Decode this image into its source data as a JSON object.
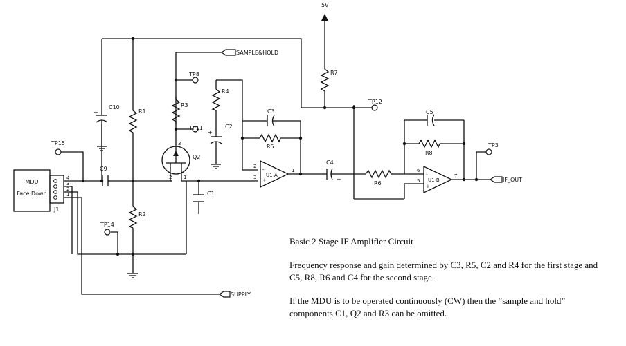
{
  "labels": {
    "vcc": "5V",
    "sample_hold": "SAMPLE&HOLD",
    "supply": "SUPPLY",
    "if_out": "IF_OUT",
    "mdu_line1": "MDU",
    "mdu_line2": "Face Down",
    "j1": "J1",
    "tp15": "TP15",
    "tp14": "TP14",
    "tp8": "TP8",
    "tp11": "TP11",
    "tp12": "TP12",
    "tp3": "TP3",
    "c10": "C10",
    "c9": "C9",
    "c1": "C1",
    "c2": "C2",
    "c3": "C3",
    "c4": "C4",
    "c5": "C5",
    "r1": "R1",
    "r2": "R2",
    "r3": "R3",
    "r4": "R4",
    "r5": "R5",
    "r6": "R6",
    "r7": "R7",
    "r8": "R8",
    "q2": "Q2",
    "u1a": "U1-A",
    "u1b": "U1-B",
    "pin_4": "4",
    "pin_3": "3",
    "pin_2": "2",
    "pin_1": "1",
    "q_pin_3": "3",
    "q_pin_2": "2",
    "q_pin_1": "1",
    "ua_in2": "2",
    "ua_in3": "3",
    "ua_out": "1",
    "ub_in6": "6",
    "ub_in5": "5",
    "ub_out": "7",
    "plus": "+",
    "minus": "-"
  },
  "description": {
    "title": "Basic 2 Stage IF Amplifier Circuit",
    "line1": "Frequency response and gain determined by C3, R5, C2 and R4 for the first stage and",
    "line2": "C5, R8, R6 and C4 for the second stage.",
    "line3": "If the MDU is to be operated continuously (CW) then the “sample and hold”",
    "line4": "components C1, Q2 and R3 can be omitted."
  }
}
